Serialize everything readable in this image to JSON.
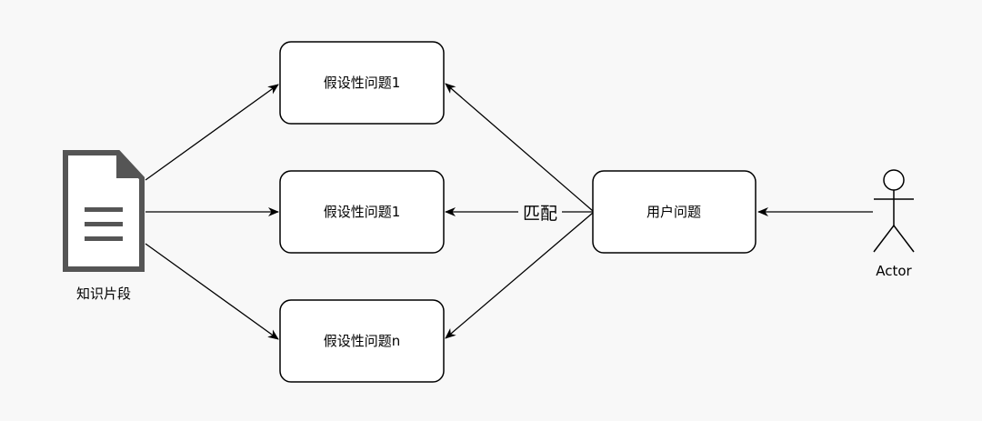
{
  "boxes": {
    "hypothesis_1": "假设性问题1",
    "hypothesis_2": "假设性问题1",
    "hypothesis_n": "假设性问题n",
    "user_question": "用户问题"
  },
  "document": {
    "icon": "document-icon",
    "label": "知识片段"
  },
  "actor": {
    "icon": "stick-figure-icon",
    "label": "Actor"
  },
  "edge_label": "匹配",
  "colors": {
    "background": "#f8f8f8",
    "stroke": "#000000",
    "document_fill": "#555555",
    "box_fill": "#ffffff"
  }
}
